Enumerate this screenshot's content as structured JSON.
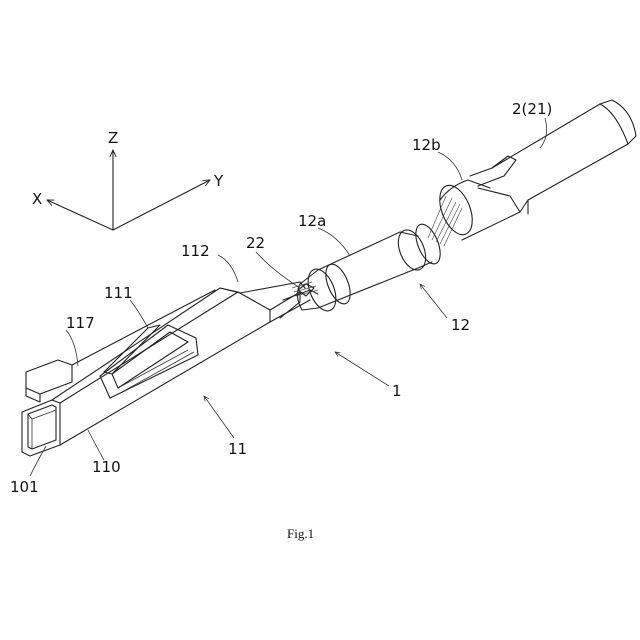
{
  "axes": {
    "z": "Z",
    "y": "Y",
    "x": "X"
  },
  "labels": {
    "l_2_21": "2(21)",
    "l_12b": "12b",
    "l_12a": "12a",
    "l_112": "112",
    "l_22": "22",
    "l_111": "111",
    "l_117": "117",
    "l_12": "12",
    "l_1": "1",
    "l_11": "11",
    "l_110": "110",
    "l_101": "101"
  },
  "caption": "Fig.1"
}
